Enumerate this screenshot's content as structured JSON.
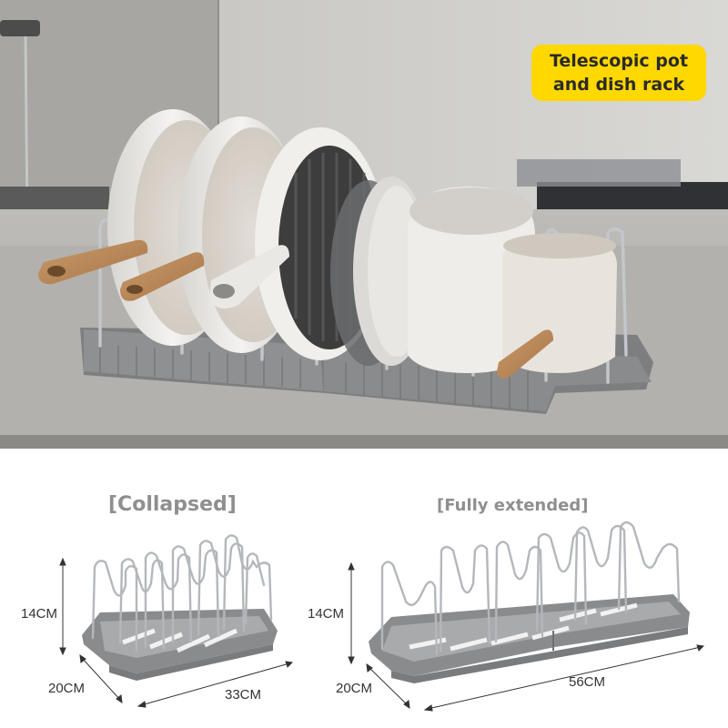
{
  "banner": {
    "line1": "Telescopic pot",
    "line2": "and dish rack",
    "background_color": "#ffd800"
  },
  "collapsed": {
    "label": "[Collapsed]",
    "height": "14CM",
    "depth": "20CM",
    "length": "33CM"
  },
  "extended": {
    "label": "[Fully extended]",
    "height": "14CM",
    "depth": "20CM",
    "length": "56CM"
  },
  "colors": {
    "rack_base": "#8c8d8f",
    "steel": "#b9bcc0",
    "label_gray": "#8f8f8f"
  }
}
